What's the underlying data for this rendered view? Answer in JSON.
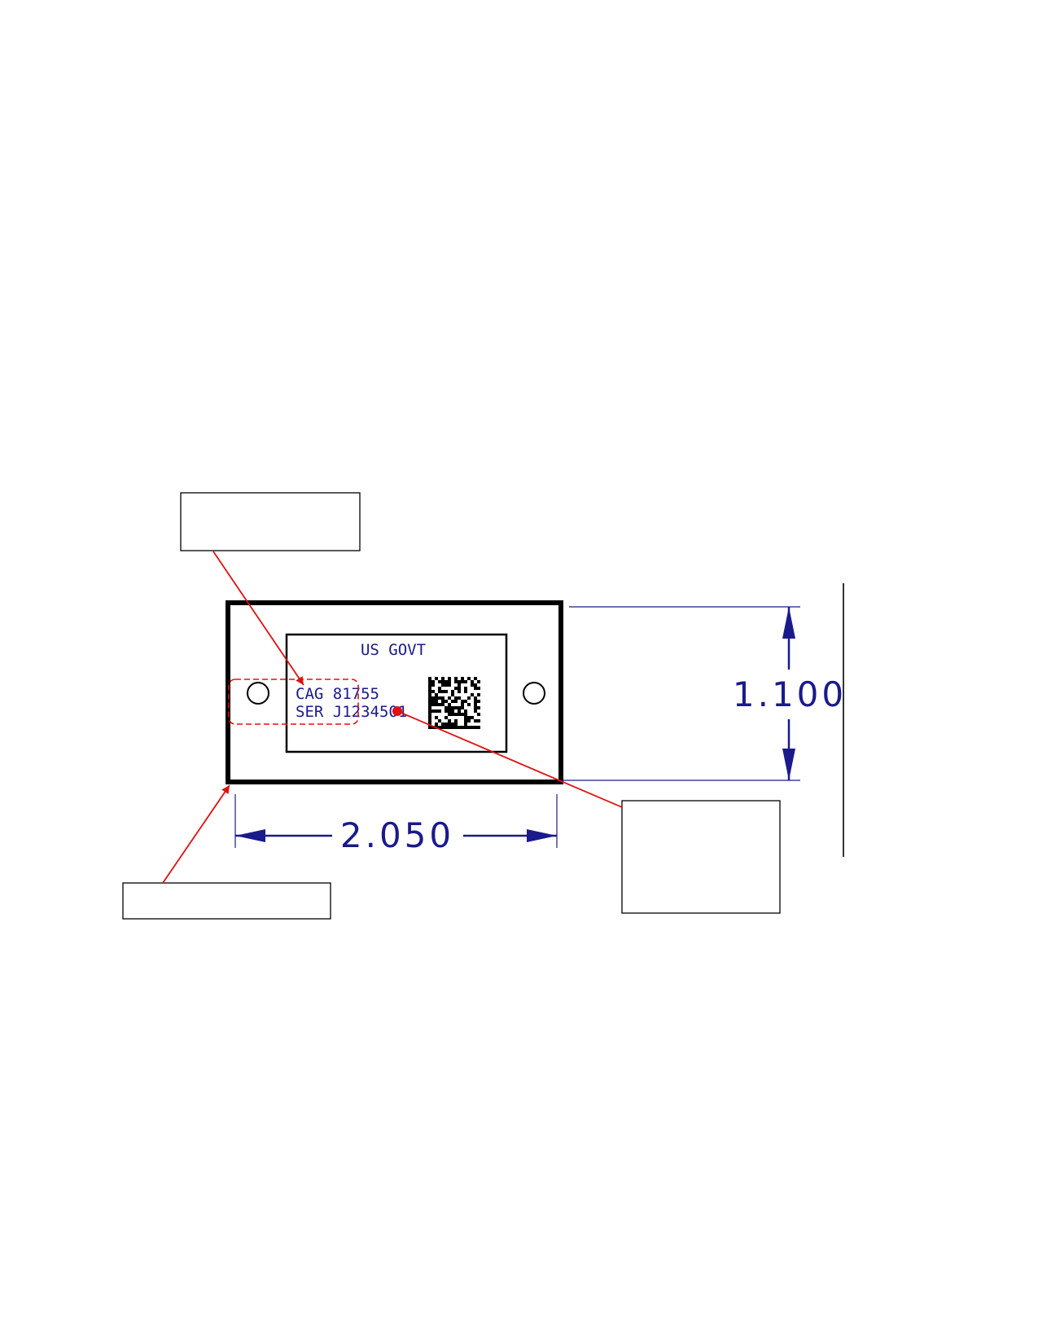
{
  "plate": {
    "header": "US GOVT",
    "line1": "CAG 81755",
    "line2": "SER J1234501"
  },
  "dimensions": {
    "width": "2.050",
    "height": "1.100"
  },
  "callouts": [
    {
      "id": "top-left-box",
      "text": ""
    },
    {
      "id": "bottom-left-box",
      "text": ""
    },
    {
      "id": "bottom-right-box",
      "text": ""
    }
  ],
  "colors": {
    "dimension": "#1a1a8c",
    "plate_text": "#1a1a8c",
    "callout_line": "#e01010",
    "outline": "#000000"
  }
}
